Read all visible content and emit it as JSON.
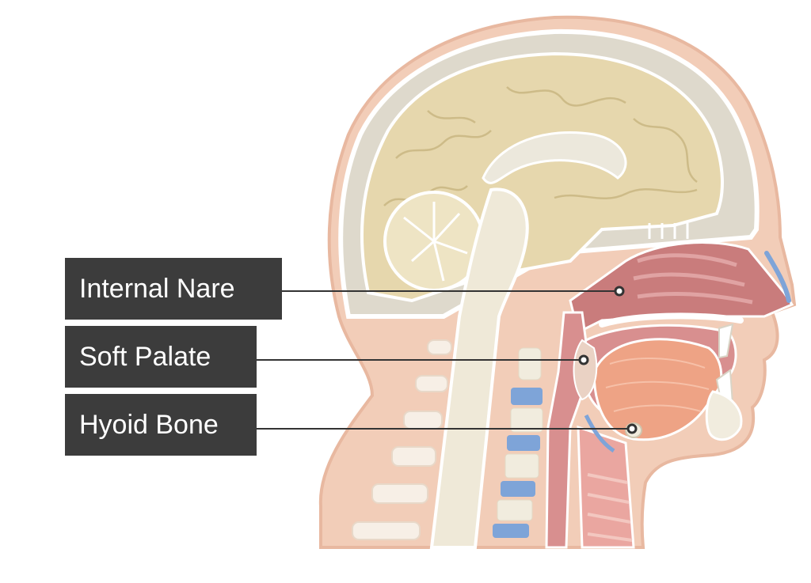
{
  "labels": [
    {
      "id": "internal-nare",
      "text": "Internal Nare"
    },
    {
      "id": "soft-palate",
      "text": "Soft Palate"
    },
    {
      "id": "hyoid-bone",
      "text": "Hyoid Bone"
    }
  ],
  "colors": {
    "label_bg": "#3c3c3c",
    "label_text": "#ffffff",
    "leader": "#333333",
    "skin": "#f2cdb8",
    "skin_outline": "#e8b8a0",
    "skull": "#ded9cc",
    "brain": "#e6d7ad",
    "brain_fold": "#cdbb88",
    "nasal": "#c97c7c",
    "tongue": "#eea385",
    "airway": "#d88f8f",
    "disc": "#7ea4d8",
    "bone": "#f1ecde"
  },
  "icons": [
    "head-sagittal-illustration",
    "pointer-dot"
  ]
}
